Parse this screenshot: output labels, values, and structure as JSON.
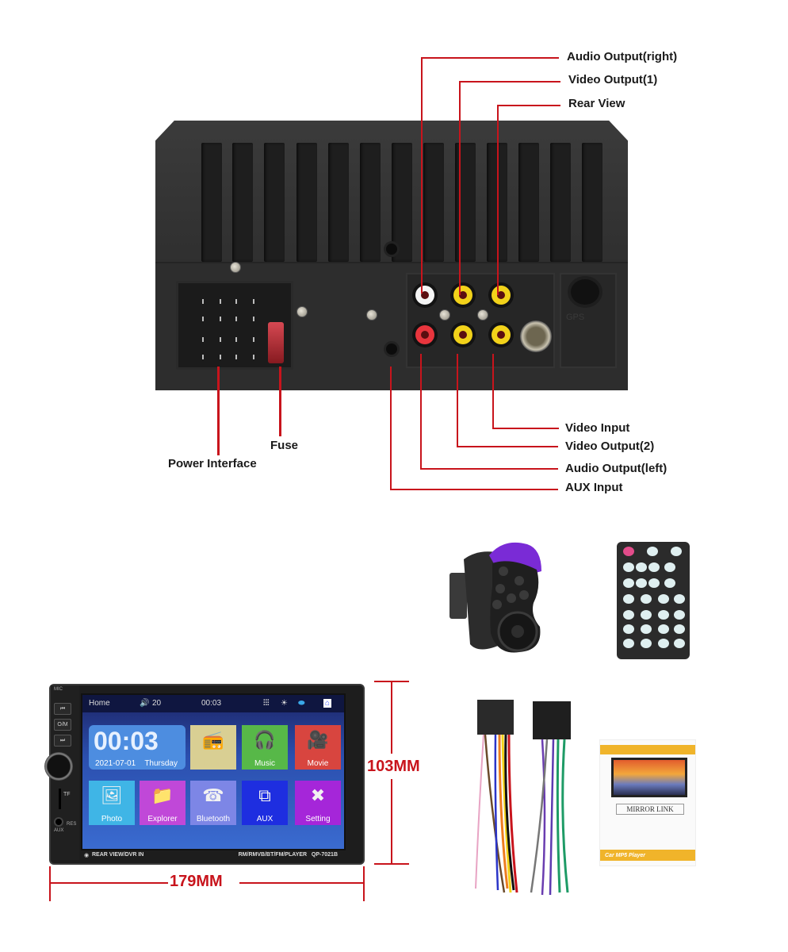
{
  "rear_panel": {
    "top_labels": [
      {
        "id": "audio-output-right",
        "text": "Audio Output(right)"
      },
      {
        "id": "video-output-1",
        "text": "Video Output(1)"
      },
      {
        "id": "rear-view",
        "text": "Rear View"
      }
    ],
    "bottom_labels": [
      {
        "id": "video-input",
        "text": "Video Input"
      },
      {
        "id": "video-output-2",
        "text": "Video Output(2)"
      },
      {
        "id": "audio-output-left",
        "text": "Audio Output(left)"
      },
      {
        "id": "aux-input",
        "text": "AUX Input"
      }
    ],
    "left_labels": [
      {
        "id": "fuse",
        "text": "Fuse"
      },
      {
        "id": "power-interface",
        "text": "Power Interface"
      }
    ],
    "gps_port_label": "GPS",
    "connector_colors": {
      "audio_right": "#f4f4f4",
      "audio_left": "#e8353d",
      "video": "#f2d21a",
      "callout_line": "#c8141c"
    }
  },
  "head_unit": {
    "side_buttons": [
      "⏮",
      "O/M",
      "⏭"
    ],
    "side_labels": {
      "tf": "TF",
      "aux": "AUX",
      "res": "RES",
      "mic": "MIC"
    },
    "status_bar": {
      "home": "Home",
      "volume": "20",
      "time": "00:03"
    },
    "clock": {
      "time": "00:03",
      "date": "2021-07-01",
      "day": "Thursday"
    },
    "tiles": [
      {
        "id": "radio",
        "label": "Radio",
        "color": "#d9cf93",
        "icon": "📻"
      },
      {
        "id": "music",
        "label": "Music",
        "color": "#57b848",
        "icon": "🎧"
      },
      {
        "id": "movie",
        "label": "Movie",
        "color": "#d8453f",
        "icon": "🎥"
      },
      {
        "id": "photo",
        "label": "Photo",
        "color": "#3fb5e6",
        "icon": "🖼"
      },
      {
        "id": "explorer",
        "label": "Explorer",
        "color": "#c048d8",
        "icon": "📁"
      },
      {
        "id": "bluetooth",
        "label": "Bluetooth",
        "color": "#7d86e6",
        "icon": "☎"
      },
      {
        "id": "aux",
        "label": "AUX",
        "color": "#1e2ee0",
        "icon": "⧉"
      },
      {
        "id": "setting",
        "label": "Setting",
        "color": "#a526d9",
        "icon": "✖"
      }
    ],
    "bottom_left": "REAR VIEW/DVR IN",
    "bottom_right": "RM/RMVB/BT/FM/PLAYER   QP-7021B"
  },
  "dimensions": {
    "width": "179MM",
    "height": "103MM"
  },
  "manual": {
    "title": "MIRROR LINK",
    "footer": "Car MP5 Player"
  }
}
